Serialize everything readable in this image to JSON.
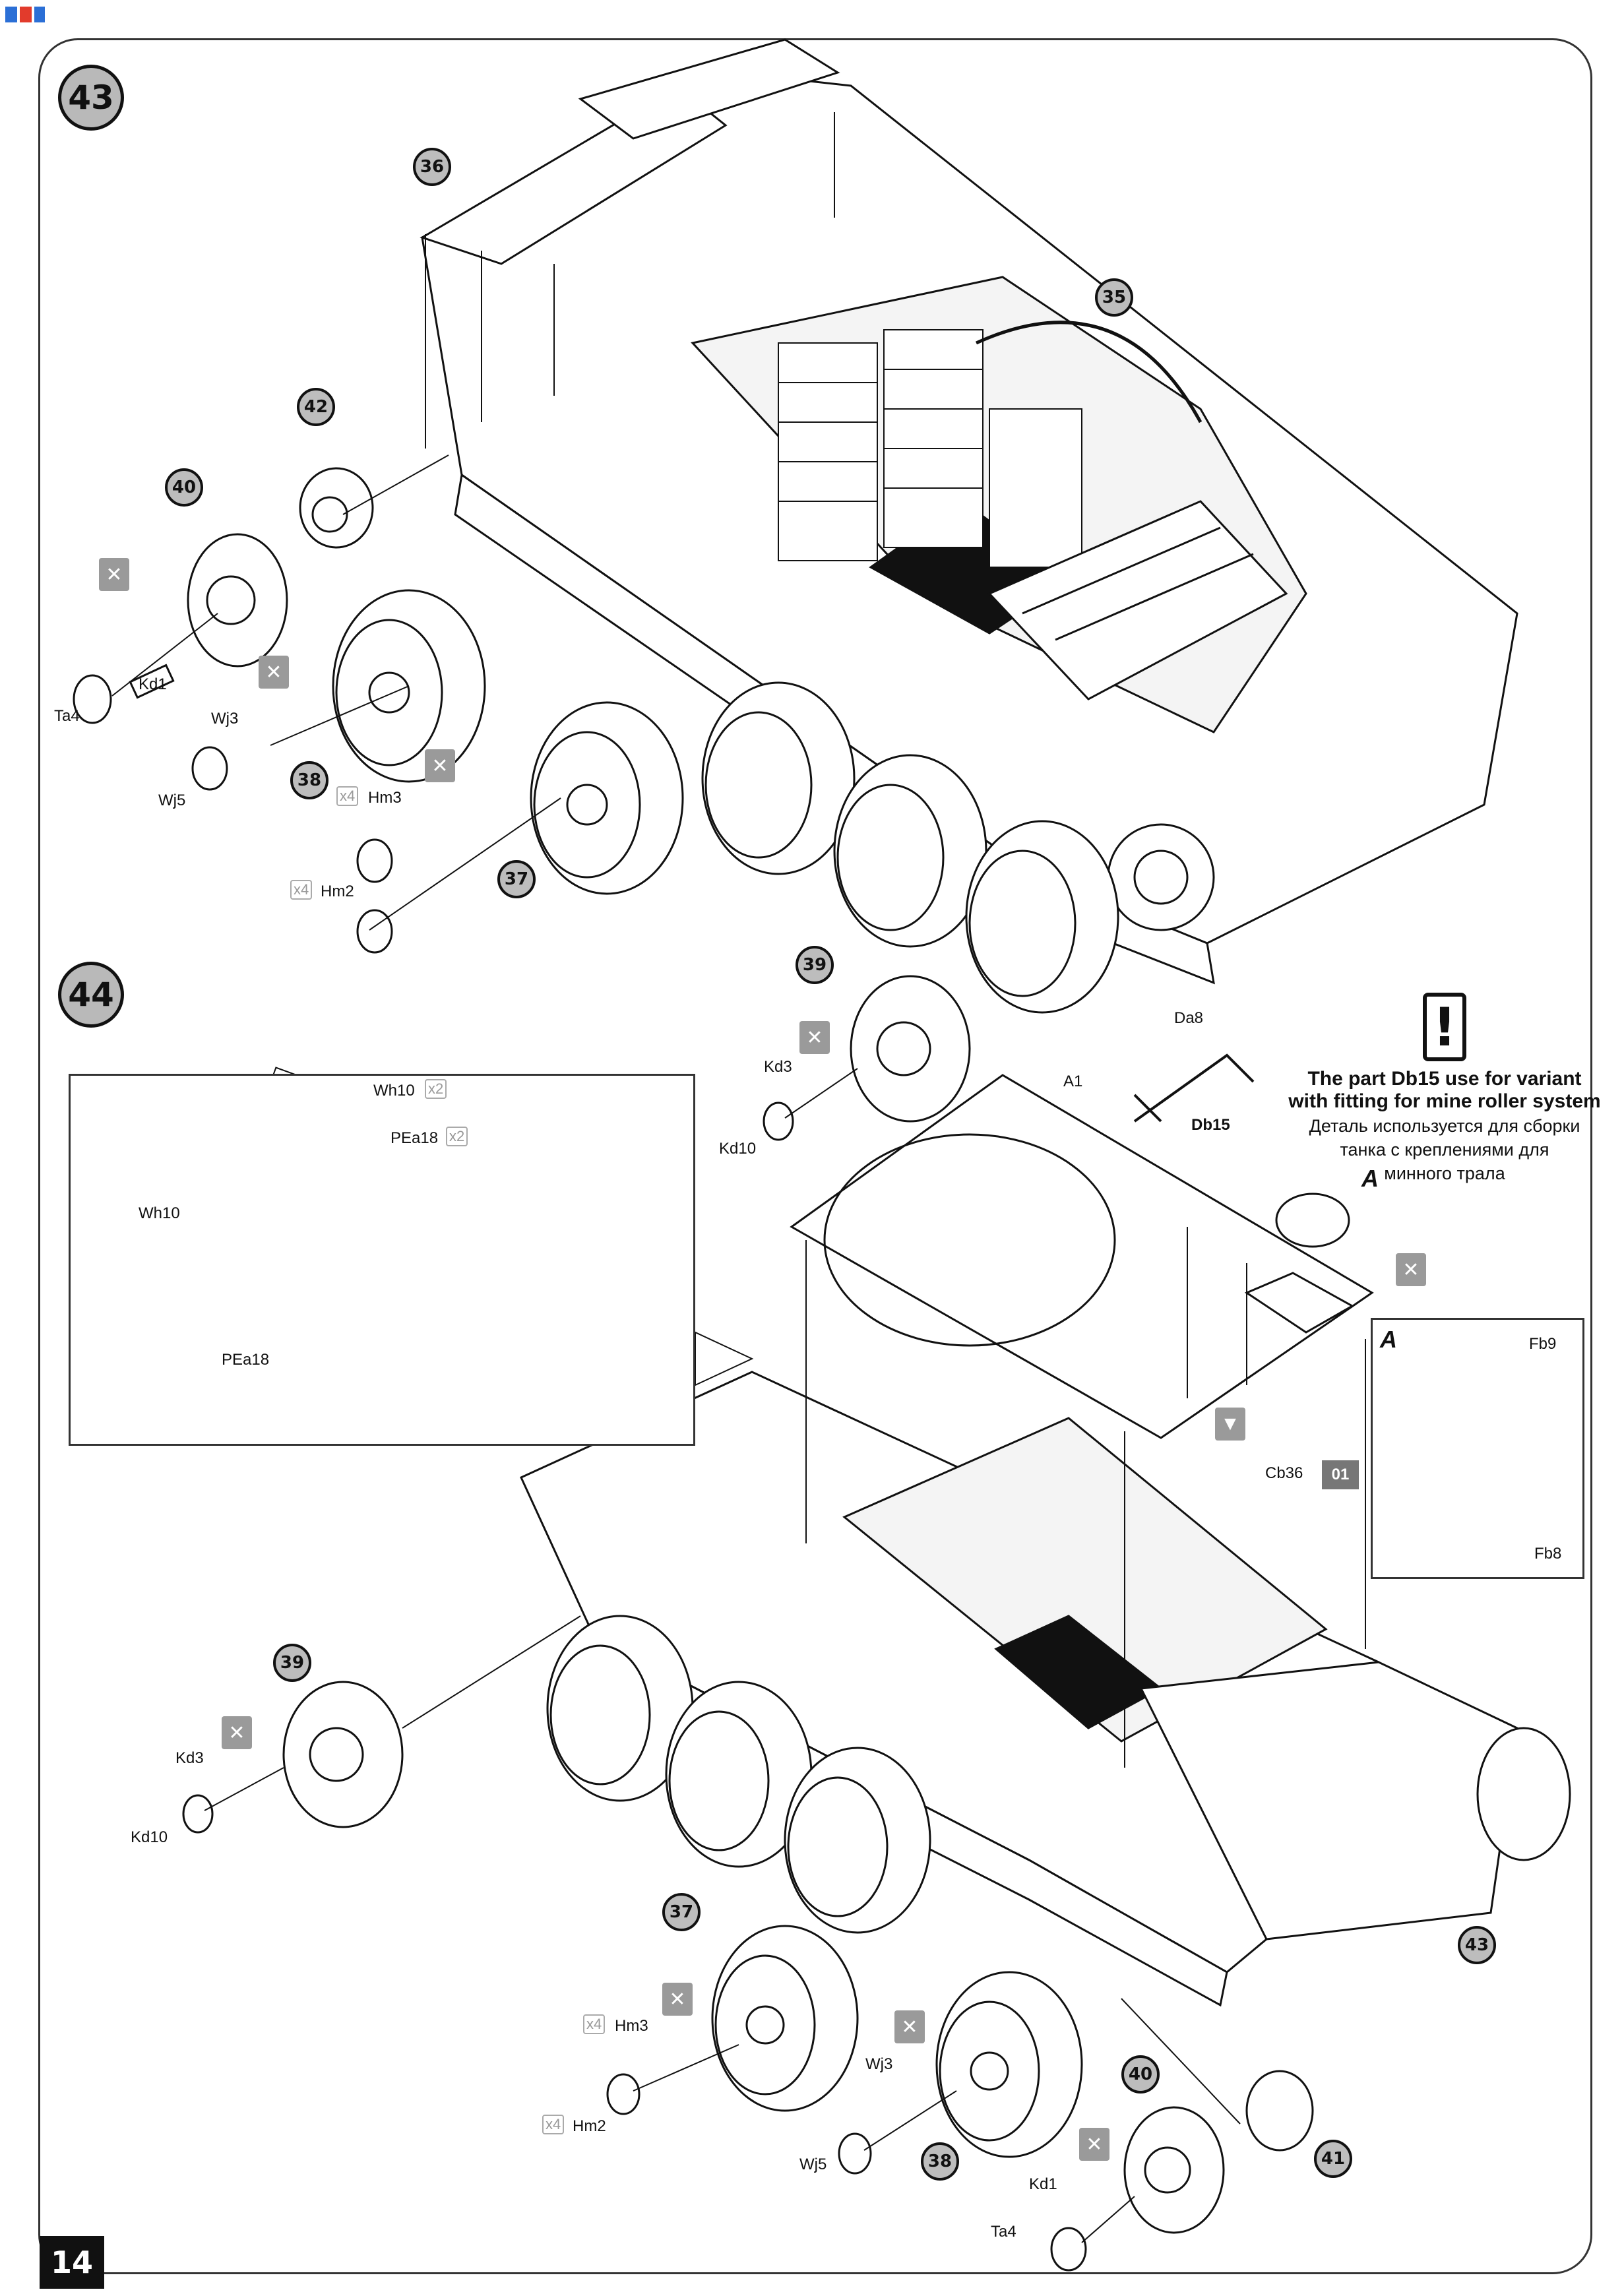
{
  "steps": {
    "s43": "43",
    "s44": "44"
  },
  "callouts": {
    "c36": "36",
    "c35": "35",
    "c42": "42",
    "c40a": "40",
    "c38a": "38",
    "c37a": "37",
    "c39a": "39",
    "c39b": "39",
    "c37b": "37",
    "c40b": "40",
    "c38b": "38",
    "c41": "41",
    "c43": "43"
  },
  "labels": {
    "ta4a": "Ta4",
    "kd1a": "Kd1",
    "wj3a": "Wj3",
    "wj5a": "Wj5",
    "hm3a": "Hm3",
    "hm2a": "Hm2",
    "kd3a": "Kd3",
    "kd10a": "Kd10",
    "da8": "Da8",
    "a1": "A1",
    "db15": "Db15",
    "cb36": "Cb36",
    "fb9": "Fb9",
    "fb8": "Fb8",
    "wh10a": "Wh10",
    "pea18a": "PEa18",
    "wh10b": "Wh10",
    "pea18b": "PEa18",
    "kd3b": "Kd3",
    "kd10b": "Kd10",
    "hm3b": "Hm3",
    "hm2b": "Hm2",
    "wj3b": "Wj3",
    "wj5b": "Wj5",
    "kd1b": "Kd1",
    "ta4b": "Ta4"
  },
  "quantities": {
    "x4a": "x4",
    "x4b": "x4",
    "x2a": "x2",
    "x2b": "x2",
    "x4c": "x4",
    "x4d": "x4"
  },
  "detail_letter": {
    "a1": "A",
    "a2": "A"
  },
  "variant_tag": "01",
  "note": {
    "symbol": "!",
    "english_line1": "The part Db15 use for variant",
    "english_line2": "with fitting for mine roller system",
    "russian_line1": "Деталь используется  для сборки",
    "russian_line2": "танка с  креплениями для",
    "russian_line3": "минного трала"
  },
  "page_number": "14",
  "icons": {
    "glue": "glue-icon",
    "warning": "warning-icon",
    "cement": "cement-icon"
  },
  "colors": {
    "callout_fill": "#bdbdbd",
    "line": "#111111",
    "qty": "#999999"
  }
}
